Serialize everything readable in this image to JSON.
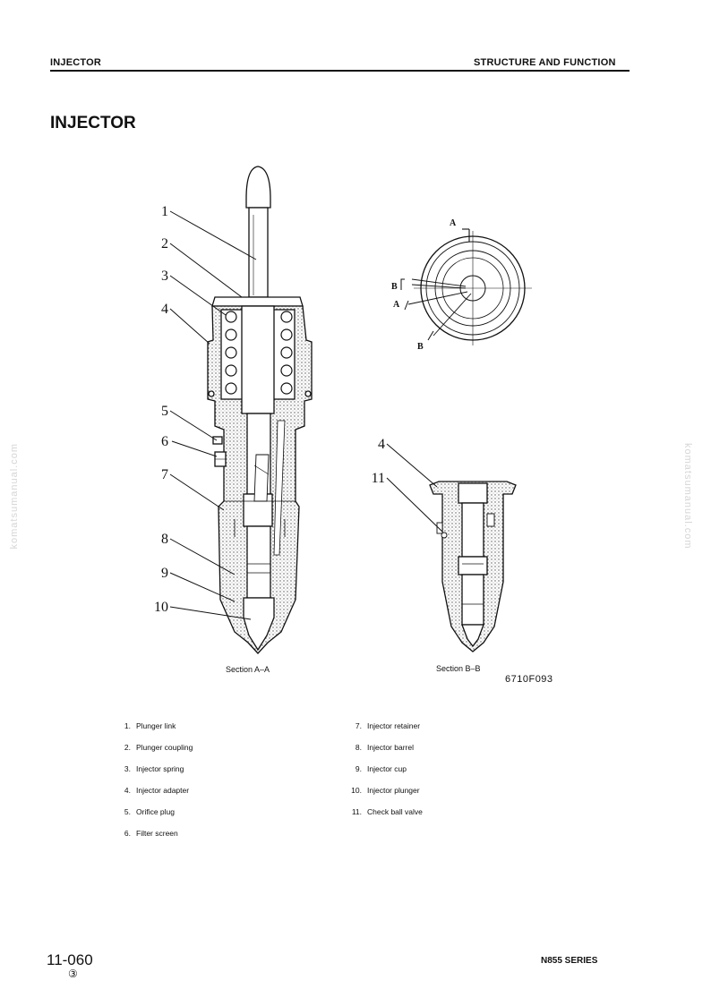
{
  "header": {
    "left": "INJECTOR",
    "right": "STRUCTURE AND FUNCTION"
  },
  "title": "INJECTOR",
  "watermark": "komatsumanual.com",
  "figure": {
    "callouts_a": [
      "1",
      "2",
      "3",
      "4",
      "5",
      "6",
      "7",
      "8",
      "9",
      "10"
    ],
    "callouts_b": [
      "4",
      "11"
    ],
    "section_labels": [
      "A",
      "B",
      "A",
      "B"
    ],
    "caption_a": "Section A–A",
    "caption_b": "Section B–B",
    "code": "6710F093"
  },
  "legend": {
    "left": [
      {
        "num": "1.",
        "label": "Plunger link"
      },
      {
        "num": "2.",
        "label": "Plunger coupling"
      },
      {
        "num": "3.",
        "label": "Injector spring"
      },
      {
        "num": "4.",
        "label": "Injector adapter"
      },
      {
        "num": "5.",
        "label": "Orifice plug"
      },
      {
        "num": "6.",
        "label": "Filter screen"
      }
    ],
    "right": [
      {
        "num": "7.",
        "label": "Injector retainer"
      },
      {
        "num": "8.",
        "label": "Injector barrel"
      },
      {
        "num": "9.",
        "label": "Injector cup"
      },
      {
        "num": "10.",
        "label": "Injector plunger"
      },
      {
        "num": "11.",
        "label": "Check ball valve"
      }
    ]
  },
  "footer": {
    "page": "11-060",
    "revision": "③",
    "series": "N855 SERIES"
  }
}
